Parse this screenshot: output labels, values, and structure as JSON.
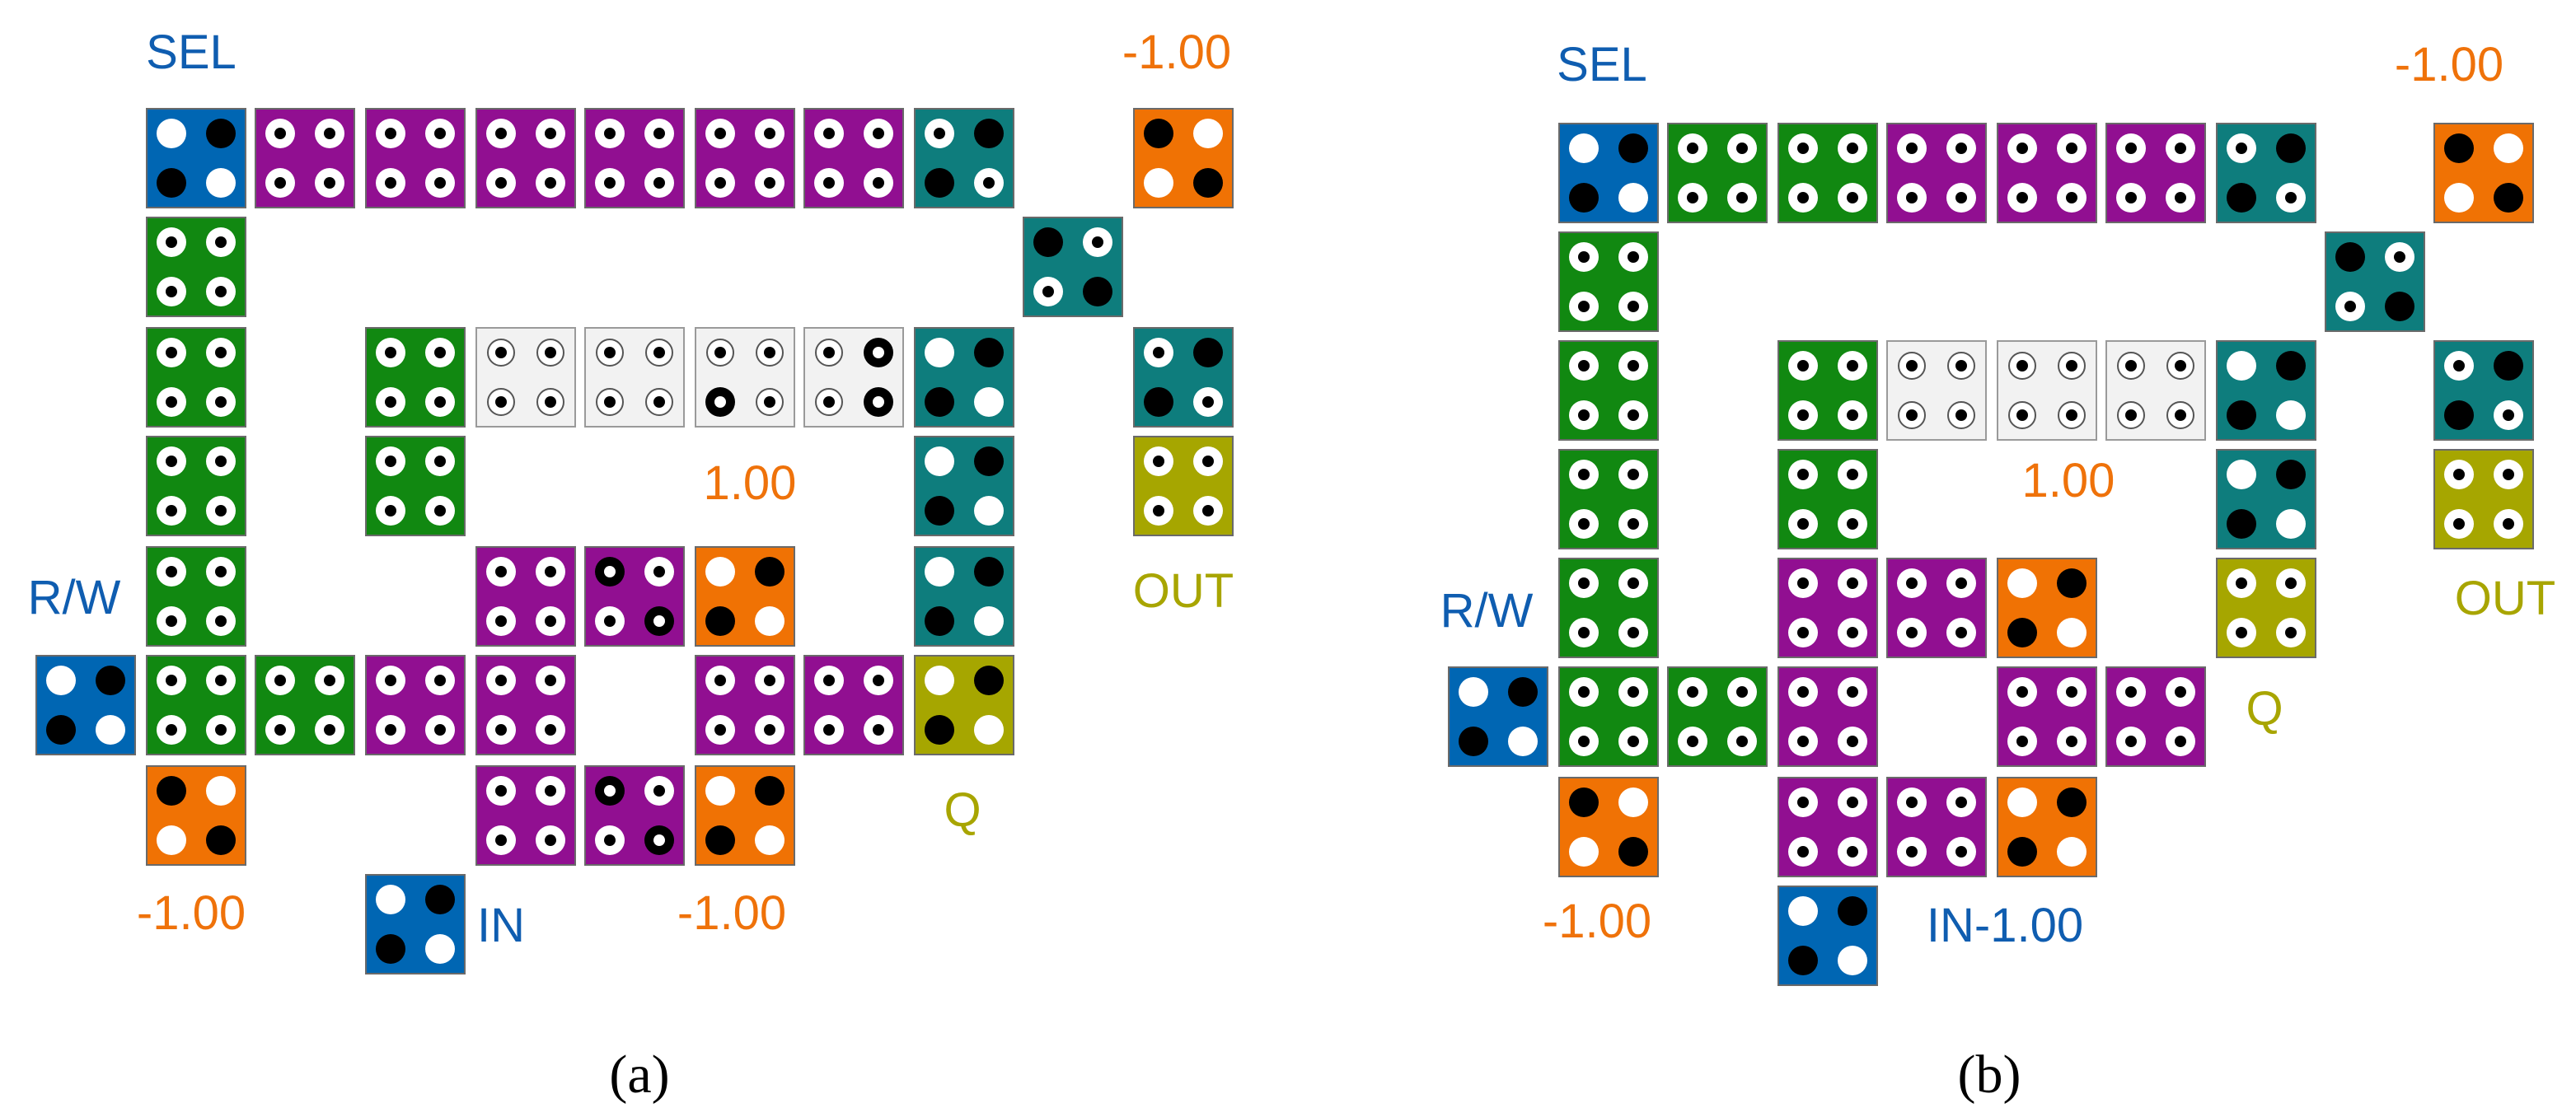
{
  "colors": {
    "blue": "#0066b3",
    "green": "#118811",
    "purple": "#910f91",
    "teal": "#0e7d7d",
    "orange": "#f07204",
    "olive": "#a6a600",
    "gray": "#f2f2f2",
    "blue_text": "#0f5db0",
    "orange_text": "#ef720a",
    "olive_text": "#a8a500"
  },
  "panels": [
    {
      "id": "a",
      "caption": "(a)",
      "labels": [
        {
          "id": "sel",
          "text": "SEL",
          "color": "blue_text"
        },
        {
          "id": "neg-top",
          "text": "-1.00",
          "color": "orange_text"
        },
        {
          "id": "one",
          "text": "1.00",
          "color": "orange_text"
        },
        {
          "id": "rw",
          "text": "R/W",
          "color": "blue_text"
        },
        {
          "id": "out",
          "text": "OUT",
          "color": "olive_text"
        },
        {
          "id": "q",
          "text": "Q",
          "color": "olive_text"
        },
        {
          "id": "neg-left",
          "text": "-1.00",
          "color": "orange_text"
        },
        {
          "id": "in",
          "text": "IN",
          "color": "blue_text"
        },
        {
          "id": "neg-bottom",
          "text": "-1.00",
          "color": "orange_text"
        }
      ],
      "cells": [
        {
          "t": "blue-a",
          "c": "blue"
        },
        {
          "t": "dots",
          "c": "purple"
        },
        {
          "t": "dots",
          "c": "purple"
        },
        {
          "t": "dots",
          "c": "purple"
        },
        {
          "t": "dots",
          "c": "purple"
        },
        {
          "t": "dots",
          "c": "purple"
        },
        {
          "t": "dots",
          "c": "purple"
        },
        {
          "t": "teal-a",
          "c": "teal"
        },
        {
          "t": "orange-a",
          "c": "orange"
        },
        {
          "t": "dots",
          "c": "green"
        },
        {
          "t": "teal-b",
          "c": "teal"
        },
        {
          "t": "dots",
          "c": "green"
        },
        {
          "t": "dots",
          "c": "green"
        },
        {
          "t": "gray-a",
          "c": "gray"
        },
        {
          "t": "gray-a",
          "c": "gray"
        },
        {
          "t": "gray-b",
          "c": "gray"
        },
        {
          "t": "gray-c",
          "c": "gray"
        },
        {
          "t": "teal-c",
          "c": "teal"
        },
        {
          "t": "teal-a",
          "c": "teal"
        },
        {
          "t": "dots",
          "c": "green"
        },
        {
          "t": "dots",
          "c": "green"
        },
        {
          "t": "teal-c",
          "c": "teal"
        },
        {
          "t": "dots",
          "c": "olive"
        },
        {
          "t": "dots",
          "c": "green"
        },
        {
          "t": "dots",
          "c": "purple"
        },
        {
          "t": "dots-mixed",
          "c": "purple"
        },
        {
          "t": "orange-b",
          "c": "orange"
        },
        {
          "t": "teal-c",
          "c": "teal"
        },
        {
          "t": "blue-b",
          "c": "blue"
        },
        {
          "t": "dots",
          "c": "green"
        },
        {
          "t": "dots",
          "c": "green"
        },
        {
          "t": "dots",
          "c": "purple"
        },
        {
          "t": "dots",
          "c": "purple"
        },
        {
          "t": "dots",
          "c": "purple"
        },
        {
          "t": "dots",
          "c": "purple"
        },
        {
          "t": "olive-a",
          "c": "olive"
        },
        {
          "t": "orange-c",
          "c": "orange"
        },
        {
          "t": "dots",
          "c": "purple"
        },
        {
          "t": "dots-mixed",
          "c": "purple"
        },
        {
          "t": "orange-b",
          "c": "orange"
        },
        {
          "t": "blue-b",
          "c": "blue"
        }
      ]
    },
    {
      "id": "b",
      "caption": "(b)",
      "labels": [
        {
          "id": "sel",
          "text": "SEL",
          "color": "blue_text"
        },
        {
          "id": "neg-top",
          "text": "-1.00",
          "color": "orange_text"
        },
        {
          "id": "one",
          "text": "1.00",
          "color": "orange_text"
        },
        {
          "id": "rw",
          "text": "R/W",
          "color": "blue_text"
        },
        {
          "id": "out",
          "text": "OUT",
          "color": "olive_text"
        },
        {
          "id": "q",
          "text": "Q",
          "color": "olive_text"
        },
        {
          "id": "neg-left",
          "text": "-1.00",
          "color": "orange_text"
        },
        {
          "id": "in",
          "text": "IN-1.00",
          "color": "blue_text"
        }
      ],
      "cells": [
        {
          "t": "blue-a",
          "c": "blue"
        },
        {
          "t": "dots",
          "c": "green"
        },
        {
          "t": "dots",
          "c": "green"
        },
        {
          "t": "dots",
          "c": "purple"
        },
        {
          "t": "dots",
          "c": "purple"
        },
        {
          "t": "dots",
          "c": "purple"
        },
        {
          "t": "teal-a",
          "c": "teal"
        },
        {
          "t": "orange-d",
          "c": "orange"
        },
        {
          "t": "dots",
          "c": "green"
        },
        {
          "t": "teal-b",
          "c": "teal"
        },
        {
          "t": "dots",
          "c": "green"
        },
        {
          "t": "dots",
          "c": "green"
        },
        {
          "t": "gray-a",
          "c": "gray"
        },
        {
          "t": "gray-a",
          "c": "gray"
        },
        {
          "t": "gray-a",
          "c": "gray"
        },
        {
          "t": "teal-c",
          "c": "teal"
        },
        {
          "t": "teal-a",
          "c": "teal"
        },
        {
          "t": "dots",
          "c": "green"
        },
        {
          "t": "dots",
          "c": "green"
        },
        {
          "t": "teal-c",
          "c": "teal"
        },
        {
          "t": "dots",
          "c": "olive"
        },
        {
          "t": "dots",
          "c": "green"
        },
        {
          "t": "dots",
          "c": "purple"
        },
        {
          "t": "dots",
          "c": "purple"
        },
        {
          "t": "orange-b",
          "c": "orange"
        },
        {
          "t": "dots",
          "c": "olive"
        },
        {
          "t": "blue-b",
          "c": "blue"
        },
        {
          "t": "dots",
          "c": "green"
        },
        {
          "t": "dots",
          "c": "green"
        },
        {
          "t": "dots",
          "c": "purple"
        },
        {
          "t": "dots",
          "c": "purple"
        },
        {
          "t": "dots",
          "c": "purple"
        },
        {
          "t": "orange-c",
          "c": "orange"
        },
        {
          "t": "dots",
          "c": "purple"
        },
        {
          "t": "dots",
          "c": "purple"
        },
        {
          "t": "orange-b",
          "c": "orange"
        },
        {
          "t": "blue-a",
          "c": "blue"
        }
      ]
    }
  ]
}
